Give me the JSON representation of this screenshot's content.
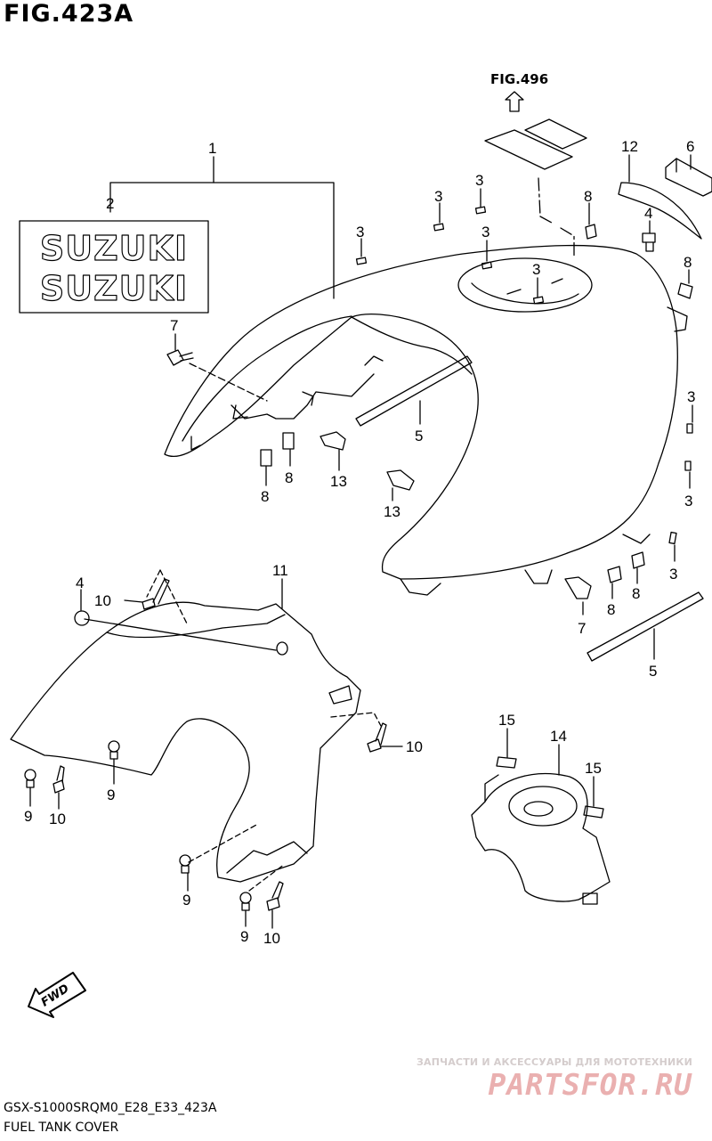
{
  "figure": {
    "title": "FIG.423A",
    "reference_figure": "FIG.496",
    "code": "GSX-S1000SRQM0_E28_E33_423A",
    "caption": "FUEL TANK COVER"
  },
  "emblem": {
    "text_top": "SUZUKI",
    "text_bottom": "SUZUKI"
  },
  "fwd_arrow": {
    "label": "FWD"
  },
  "callouts": [
    {
      "id": "c1",
      "label": "1"
    },
    {
      "id": "c2",
      "label": "2"
    },
    {
      "id": "c3a",
      "label": "3"
    },
    {
      "id": "c3b",
      "label": "3"
    },
    {
      "id": "c3c",
      "label": "3"
    },
    {
      "id": "c3d",
      "label": "3"
    },
    {
      "id": "c3e",
      "label": "3"
    },
    {
      "id": "c3f",
      "label": "3"
    },
    {
      "id": "c3g",
      "label": "3"
    },
    {
      "id": "c3h",
      "label": "3"
    },
    {
      "id": "c4a",
      "label": "4"
    },
    {
      "id": "c4b",
      "label": "4"
    },
    {
      "id": "c5a",
      "label": "5"
    },
    {
      "id": "c5b",
      "label": "5"
    },
    {
      "id": "c6",
      "label": "6"
    },
    {
      "id": "c7a",
      "label": "7"
    },
    {
      "id": "c7b",
      "label": "7"
    },
    {
      "id": "c8a",
      "label": "8"
    },
    {
      "id": "c8b",
      "label": "8"
    },
    {
      "id": "c8c",
      "label": "8"
    },
    {
      "id": "c8d",
      "label": "8"
    },
    {
      "id": "c8e",
      "label": "8"
    },
    {
      "id": "c8f",
      "label": "8"
    },
    {
      "id": "c9a",
      "label": "9"
    },
    {
      "id": "c9b",
      "label": "9"
    },
    {
      "id": "c9c",
      "label": "9"
    },
    {
      "id": "c9d",
      "label": "9"
    },
    {
      "id": "c10a",
      "label": "10"
    },
    {
      "id": "c10b",
      "label": "10"
    },
    {
      "id": "c10c",
      "label": "10"
    },
    {
      "id": "c10d",
      "label": "10"
    },
    {
      "id": "c11",
      "label": "11"
    },
    {
      "id": "c12",
      "label": "12"
    },
    {
      "id": "c13a",
      "label": "13"
    },
    {
      "id": "c13b",
      "label": "13"
    },
    {
      "id": "c14",
      "label": "14"
    },
    {
      "id": "c15a",
      "label": "15"
    },
    {
      "id": "c15b",
      "label": "15"
    }
  ],
  "watermark": {
    "small": "ЗАПЧАСТИ И АКСЕССУАРЫ ДЛЯ МОТОТЕХНИКИ",
    "big": "PARTSFOR.RU"
  }
}
